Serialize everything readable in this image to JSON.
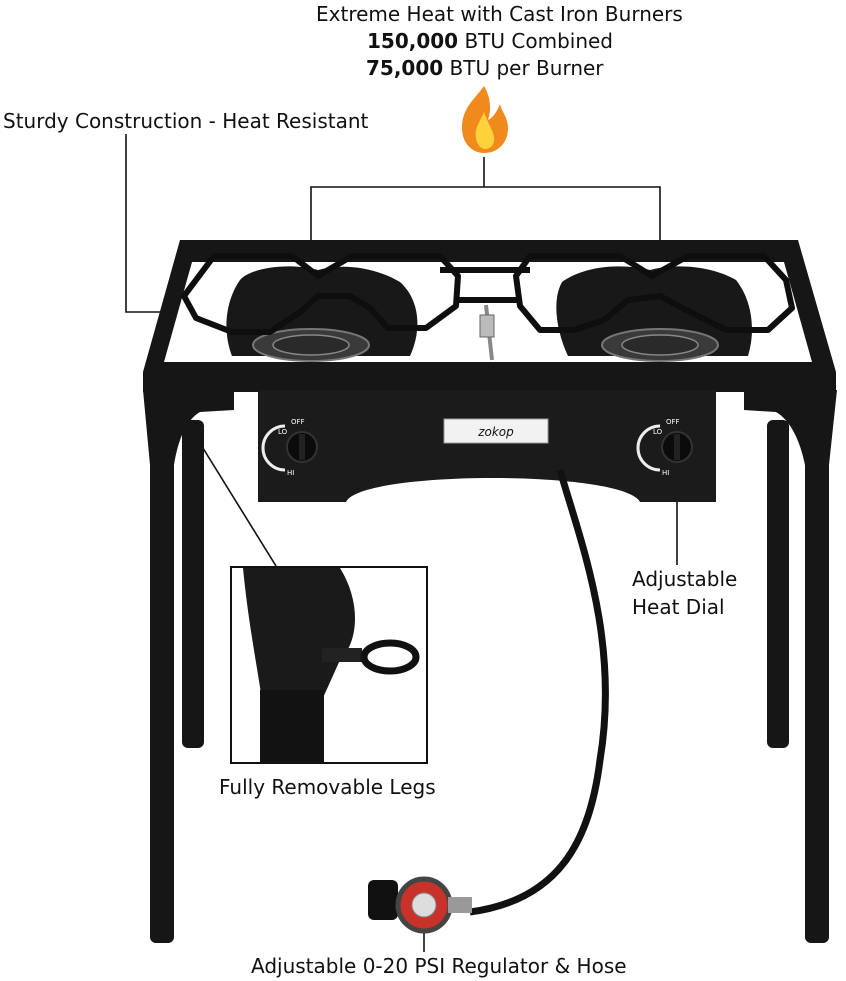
{
  "headline": {
    "line1": "Extreme Heat with Cast Iron Burners",
    "line2_bold": "150,000",
    "line2_rest": " BTU Combined",
    "line3_bold": "75,000",
    "line3_rest": " BTU per Burner"
  },
  "callouts": {
    "construction": "Sturdy Construction - Heat Resistant",
    "heat_dial_line1": "Adjustable",
    "heat_dial_line2": "Heat Dial",
    "legs": "Fully Removable Legs",
    "regulator": "Adjustable 0-20 PSI Regulator & Hose"
  },
  "stove": {
    "brand_plate": "zokop",
    "knob_left_labels": [
      "LO",
      "OFF",
      "HI"
    ],
    "knob_right_labels": [
      "LO",
      "OFF",
      "HI"
    ]
  },
  "colors": {
    "flame_outer": "#f08a1c",
    "flame_inner": "#ffd23c",
    "iron": "#161616",
    "regulator_red": "#c8322a"
  }
}
